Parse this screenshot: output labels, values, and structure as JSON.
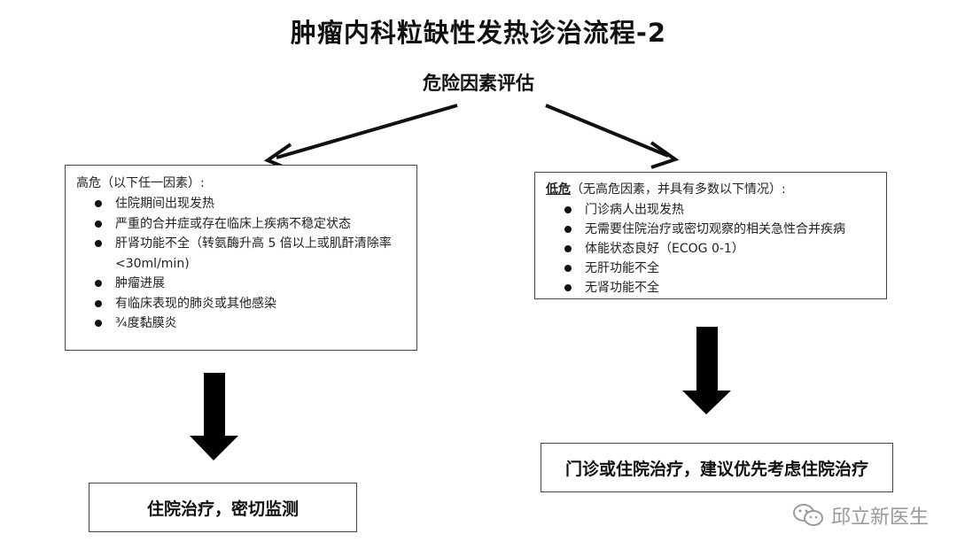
{
  "title": "肿瘤内科粒缺性发热诊治流程-2",
  "subtitle": "危险因素评估",
  "high_risk": {
    "heading": "高危（以下任一因素）:",
    "items": [
      "住院期间出现发热",
      "严重的合并症或存在临床上疾病不稳定状态",
      "肝肾功能不全（转氨酶升高 5 倍以上或肌酐清除率",
      "<30ml/min)",
      "肿瘤进展",
      "有临床表现的肺炎或其他感染",
      "¾度黏膜炎"
    ]
  },
  "low_risk": {
    "heading_bold": "低危",
    "heading_rest": "（无高危因素，并具有多数以下情况）:",
    "items": [
      "门诊病人出现发热",
      "无需要住院治疗或密切观察的相关急性合并疾病",
      "体能状态良好（ECOG 0-1）",
      "无肝功能不全",
      "无肾功能不全"
    ]
  },
  "outcomes": {
    "left": "住院治疗，密切监测",
    "right": "门诊或住院治疗，建议优先考虑住院治疗"
  },
  "watermark": "邱立新医生"
}
